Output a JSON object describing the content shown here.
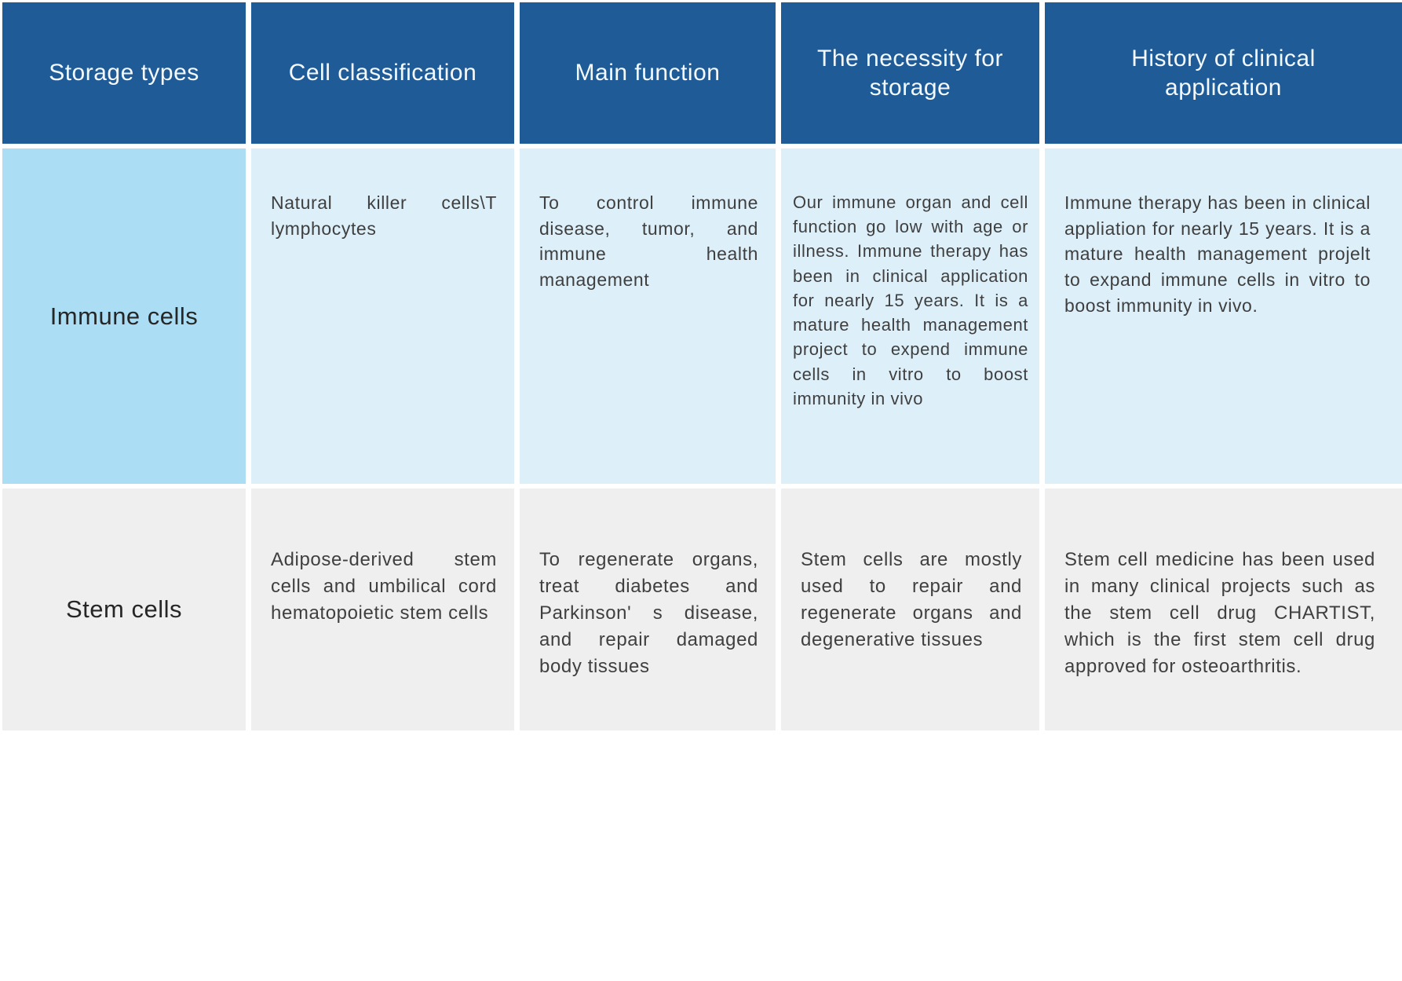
{
  "colors": {
    "header_bg": "#1e5b97",
    "header_text": "#f4f9fd",
    "row1_label_bg": "#abdef4",
    "row1_cell_bg": "#ddeff9",
    "row2_cell_bg": "#efefef",
    "body_text": "#3f3f3f"
  },
  "table": {
    "headers": [
      "Storage types",
      "Cell classification",
      "Main function",
      "The necessity for storage",
      "History of clinical application"
    ],
    "rows": [
      {
        "label": "Immune cells",
        "classification": "Natural killer cells\\T lymphocytes",
        "main_function": "To control immune disease, tumor, and immune health management",
        "necessity": "Our immune organ and cell function go low with age or illness.  Immune therapy has been in clinical application for nearly 15 years.  It is a mature health management project to expend immune cells in vitro to boost immunity in vivo",
        "history": "Immune therapy has been in clinical appliation for nearly 15 years. It is a mature health management projelt to expand immune cells in vitro to boost immunity in vivo."
      },
      {
        "label": "Stem cells",
        "classification": "Adipose-derived stem cells and umbilical cord hematopoietic stem cells",
        "main_function": "To regenerate organs, treat diabetes and Parkinson' s disease, and repair damaged body tissues",
        "necessity": "Stem cells are mostly used to repair and regenerate organs and degenerative tissues",
        "history": "Stem cell medicine has been used in many clinical projects such as the stem cell drug CHARTIST, which is the first stem cell drug approved for osteoarthritis."
      }
    ]
  }
}
